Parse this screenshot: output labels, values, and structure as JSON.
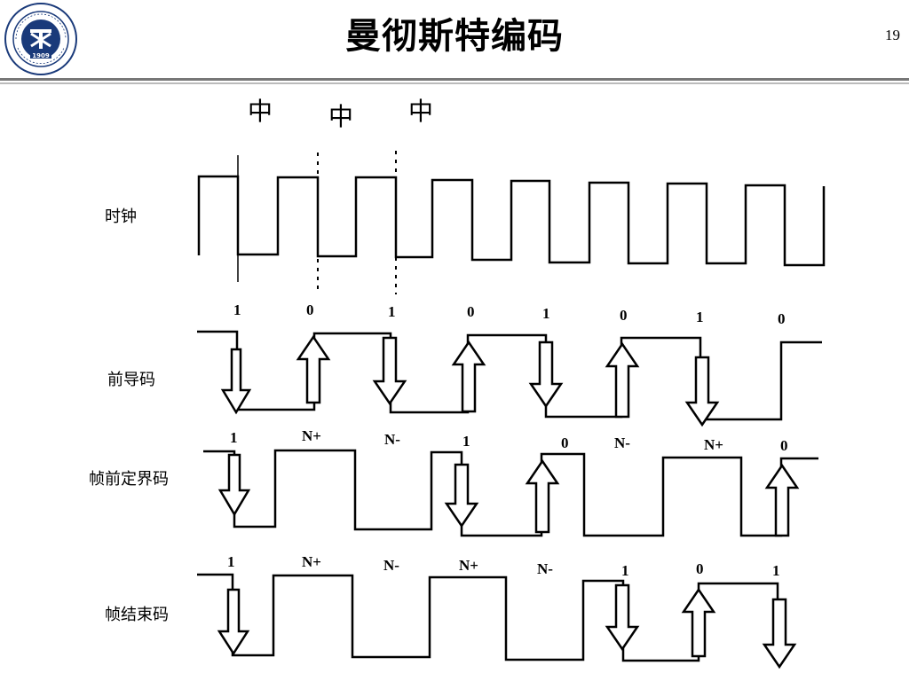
{
  "header": {
    "title": "曼彻斯特编码",
    "page_number": "19",
    "logo_text": "1909"
  },
  "markers": [
    "中",
    "中",
    "中"
  ],
  "rows": [
    {
      "label": "时钟",
      "bits": []
    },
    {
      "label": "前导码",
      "bits": [
        "1",
        "0",
        "1",
        "0",
        "1",
        "0",
        "1",
        "0"
      ]
    },
    {
      "label": "帧前定界码",
      "bits": [
        "1",
        "N+",
        "N-",
        "1",
        "0",
        "N-",
        "N+",
        "0"
      ]
    },
    {
      "label": "帧结束码",
      "bits": [
        "1",
        "N+",
        "N-",
        "N+",
        "N-",
        "1",
        "0",
        "1"
      ]
    }
  ]
}
